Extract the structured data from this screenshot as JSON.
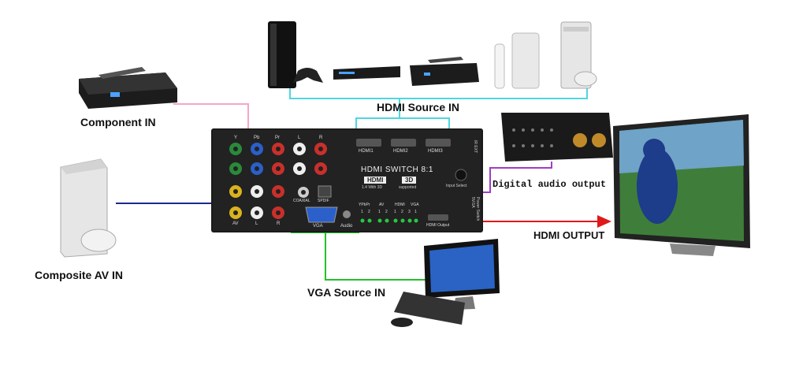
{
  "labels": {
    "component_in": "Component IN",
    "composite_av_in": "Composite AV IN",
    "hdmi_source_in": "HDMI Source IN",
    "vga_source_in": "VGA Source IN",
    "digital_audio_output": "Digital audio output",
    "hdmi_output": "HDMI OUTPUT"
  },
  "device": {
    "model": "HDMI SWITCH 8:1",
    "hdmi_badge": "HDMI",
    "hdmi_badge_sub": "1.4 With 3D",
    "three_d_badge": "3D",
    "three_d_sub": "supported",
    "hdmi_ports": [
      "HDMI1",
      "HDMI2",
      "HDMI3"
    ],
    "input_select": "Input Select",
    "ir_ext": "IR EXT",
    "power_switch": "Power Switch 5V/1A",
    "component_row_labels": [
      "Y",
      "Pb",
      "Pr",
      "L",
      "R"
    ],
    "av_row_labels": [
      "AV",
      "L",
      "R"
    ],
    "coaxial": "COAXIAL",
    "spdif": "SPDIF",
    "vga": "VGA",
    "audio": "Audio",
    "hdmi_output": "HDMI Output",
    "led_groups": [
      "YPbPr",
      "AV",
      "HDMI",
      "VGA"
    ],
    "led_numbers": [
      "1",
      "2",
      "1",
      "2",
      "1",
      "2",
      "3",
      "1"
    ]
  },
  "colors": {
    "component_line": "#f4a6c8",
    "av_line": "#1d2a8c",
    "hdmi_line": "#4fd6e0",
    "vga_line": "#22c02a",
    "audio_line": "#a23cc4",
    "output_line": "#e01818"
  }
}
